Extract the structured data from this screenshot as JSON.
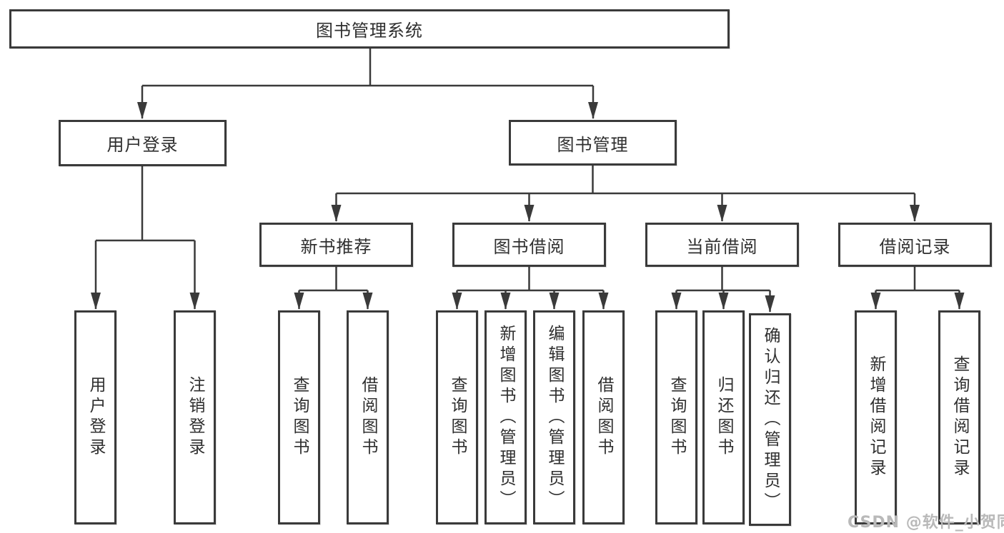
{
  "root": {
    "label": "图书管理系统"
  },
  "branches": [
    {
      "label": "用户登录",
      "children": [
        {
          "label": "用户登录"
        },
        {
          "label": "注销登录"
        }
      ]
    },
    {
      "label": "图书管理",
      "children": [
        {
          "label": "新书推荐",
          "children": [
            {
              "label": "查询图书"
            },
            {
              "label": "借阅图书"
            }
          ]
        },
        {
          "label": "图书借阅",
          "children": [
            {
              "label": "查询图书"
            },
            {
              "label": "新增图书（管理员）"
            },
            {
              "label": "编辑图书（管理员）"
            },
            {
              "label": "借阅图书"
            }
          ]
        },
        {
          "label": "当前借阅",
          "children": [
            {
              "label": "查询图书"
            },
            {
              "label": "归还图书"
            },
            {
              "label": "确认归还（管理员）"
            }
          ]
        },
        {
          "label": "借阅记录",
          "children": [
            {
              "label": "新增借阅记录"
            },
            {
              "label": "查询借阅记录"
            }
          ]
        }
      ]
    }
  ],
  "watermark": {
    "text": "CSDN @软件_小贺同学",
    "color": "#b9b9b9"
  },
  "colors": {
    "line": "#3a3a3a",
    "box_border": "#3a3a3a",
    "text": "#2f2f2f",
    "background": "#ffffff"
  }
}
